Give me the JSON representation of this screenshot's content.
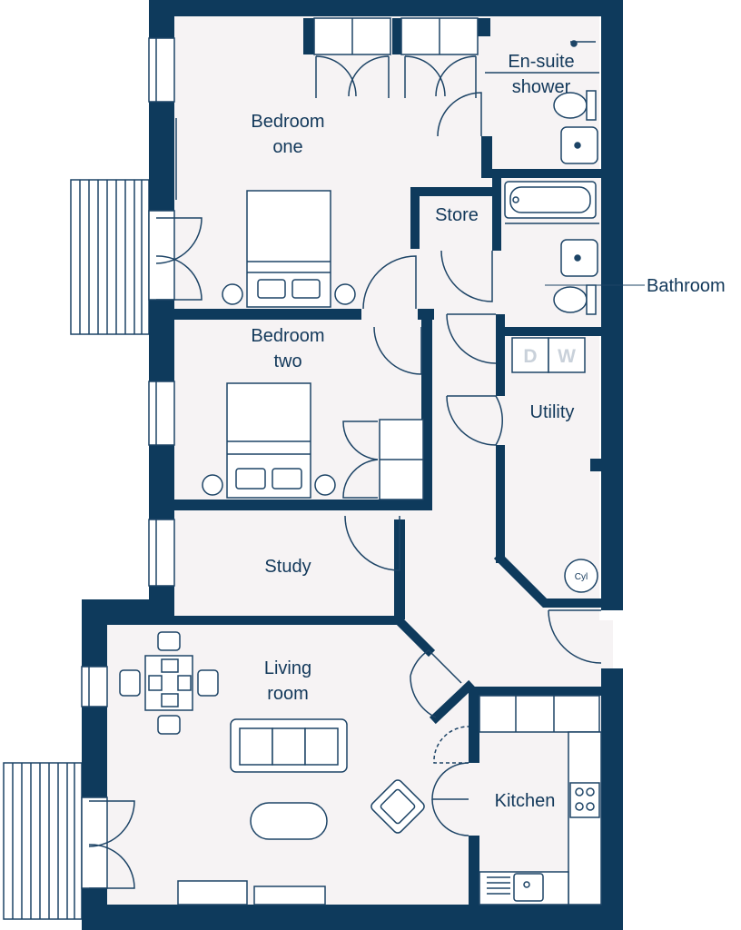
{
  "colors": {
    "wall": "#0e3a5c",
    "floor": "#f6f3f4",
    "line": "#1d4466",
    "background": "#ffffff"
  },
  "rooms": {
    "bedroom_one_l1": "Bedroom",
    "bedroom_one_l2": "one",
    "ensuite_l1": "En-suite",
    "ensuite_l2": "shower",
    "store": "Store",
    "bathroom": "Bathroom",
    "bedroom_two_l1": "Bedroom",
    "bedroom_two_l2": "two",
    "utility": "Utility",
    "study": "Study",
    "living_l1": "Living",
    "living_l2": "room",
    "kitchen": "Kitchen"
  },
  "appliances": {
    "dishwasher": "D",
    "washer": "W",
    "cylinder": "Cyl"
  },
  "icons": [
    "bed-icon",
    "door-swing-icon",
    "wardrobe-icon",
    "shower-icon",
    "bath-icon",
    "toilet-icon",
    "basin-icon",
    "sofa-icon",
    "armchair-icon",
    "dining-table-icon",
    "coffee-table-icon",
    "hob-icon",
    "sink-icon",
    "balcony-icon",
    "window-icon"
  ]
}
